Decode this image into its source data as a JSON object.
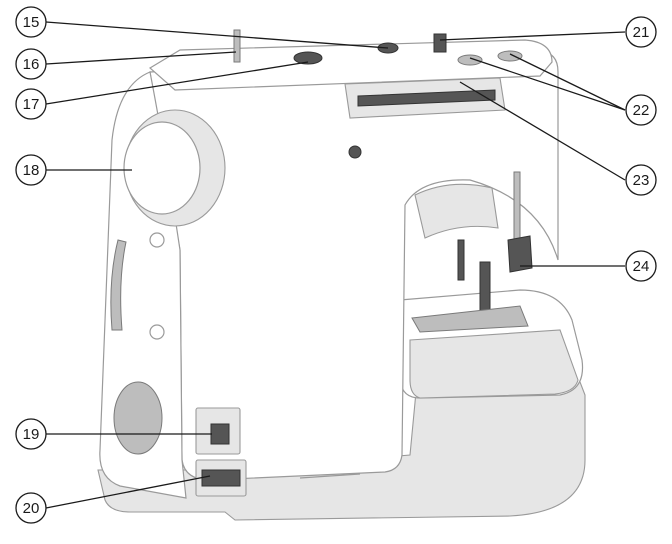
{
  "callouts": [
    {
      "id": "15",
      "label": "15"
    },
    {
      "id": "16",
      "label": "16"
    },
    {
      "id": "17",
      "label": "17"
    },
    {
      "id": "18",
      "label": "18"
    },
    {
      "id": "19",
      "label": "19"
    },
    {
      "id": "20",
      "label": "20"
    },
    {
      "id": "21",
      "label": "21"
    },
    {
      "id": "22",
      "label": "22"
    },
    {
      "id": "23",
      "label": "23"
    },
    {
      "id": "24",
      "label": "24"
    }
  ],
  "colors": {
    "line": "#1a1a1a",
    "body": "#9a9a9a",
    "shade": "#e6e6e6"
  }
}
